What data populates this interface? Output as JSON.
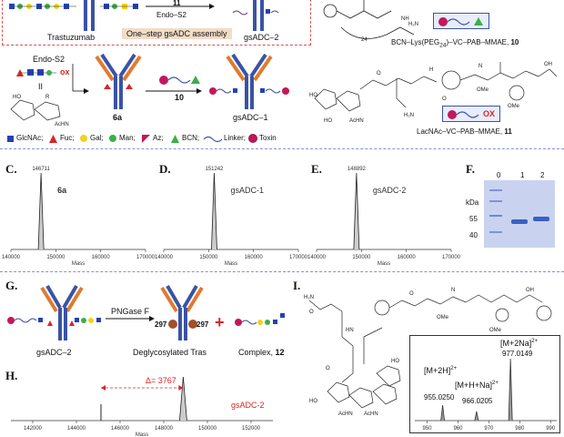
{
  "topRow": {
    "trastuzumab": "Trastuzumab",
    "endoS2": "Endo–S2",
    "step11": "11",
    "oneStep": "One–step gsADC assembly",
    "gsADC2": "gsADC–2",
    "bcnLabel": "BCN–Lys(PEG",
    "bcnSub": "24",
    "bcnLabel2": ")–VC–PAB–MMAE, ",
    "bcnNum": "10",
    "peg24": "24"
  },
  "secondRow": {
    "endoS2": "Endo-S2",
    "ox": "ox",
    "or": "II",
    "label6a": "6a",
    "step10": "10",
    "gsADC1": "gsADC–1",
    "lacLabel": "LacNAc–VC–PAB–MMAE, ",
    "lacNum": "11",
    "oxTag": "OX"
  },
  "legend": {
    "glcnac": "GlcNAc;",
    "fuc": "Fuc;",
    "gal": "Gal;",
    "man": "Man;",
    "az": "Az;",
    "bcn": "BCN;",
    "linker": "Linker;",
    "toxin": "Toxin"
  },
  "panels": {
    "C": "C.",
    "D": "D.",
    "E": "E.",
    "F": "F.",
    "G": "G.",
    "H": "H.",
    "I": "I."
  },
  "ms": [
    {
      "peak": "146711",
      "name": "6a",
      "ticks": [
        "140000",
        "150000",
        "160000",
        "170000"
      ],
      "xlabel": "Mass",
      "peak_mass": 146711
    },
    {
      "peak": "151242",
      "name": "gsADC-1",
      "ticks": [
        "140000",
        "150000",
        "160000",
        "170000"
      ],
      "xlabel": "Mass",
      "peak_mass": 151242
    },
    {
      "peak": "148892",
      "name": "gsADC-2",
      "ticks": [
        "140000",
        "150000",
        "160000",
        "170000"
      ],
      "xlabel": "Mass",
      "peak_mass": 148892
    }
  ],
  "gel": {
    "lanes": [
      "0",
      "1",
      "2"
    ],
    "unit": "kDa",
    "markers": [
      "55",
      "40"
    ]
  },
  "panelG": {
    "enzyme": "PNGase F",
    "gsADC2": "gsADC–2",
    "deglyco": "Deglycosylated Tras",
    "complex": "Complex, ",
    "complexNum": "12",
    "mass297a": "297",
    "mass297b": "297",
    "plus": "+"
  },
  "panelH": {
    "delta": "Δ= 3767",
    "label": "gsADC-2",
    "ticks": [
      "142000",
      "144000",
      "146000",
      "148000",
      "150000",
      "152000"
    ],
    "xlabel": "Mass"
  },
  "panelI": {
    "ion1": "[M+2Na]",
    "ion1val": "977.0149",
    "ion2": "[M+2H]",
    "ion2val": "955.0250",
    "ion3": "[M+H+Na]",
    "ion3val": "966.0205",
    "sup": "2+",
    "ticks": [
      "950",
      "960",
      "970",
      "980",
      "990"
    ]
  },
  "colors": {
    "heavy": "#3a53a4",
    "light": "#e07b2e",
    "dashBox": "#d9534f",
    "separator": "#8a8fd6",
    "red": "#d62728",
    "gelBlue": "#3b5fc4"
  }
}
